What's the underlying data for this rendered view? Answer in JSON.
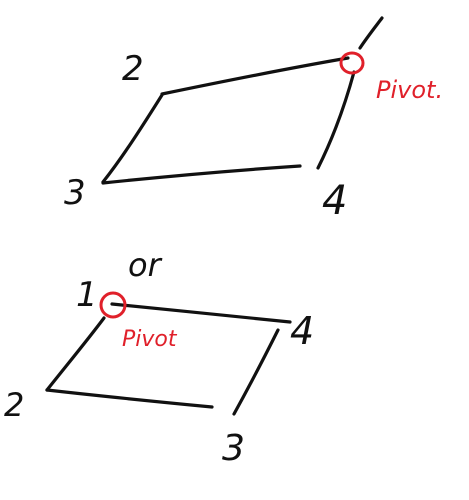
{
  "diagram_top": {
    "corner_1": "",
    "corner_2": "2",
    "corner_3": "3",
    "corner_4": "4",
    "pivot_label": "Pivot."
  },
  "separator_word": "or",
  "diagram_bottom": {
    "corner_1": "1",
    "corner_2": "2",
    "corner_3": "3",
    "corner_4": "4",
    "pivot_label": "Pivot"
  },
  "colors": {
    "ink": "#111111",
    "pivot": "#e0202a",
    "background": "#ffffff"
  }
}
